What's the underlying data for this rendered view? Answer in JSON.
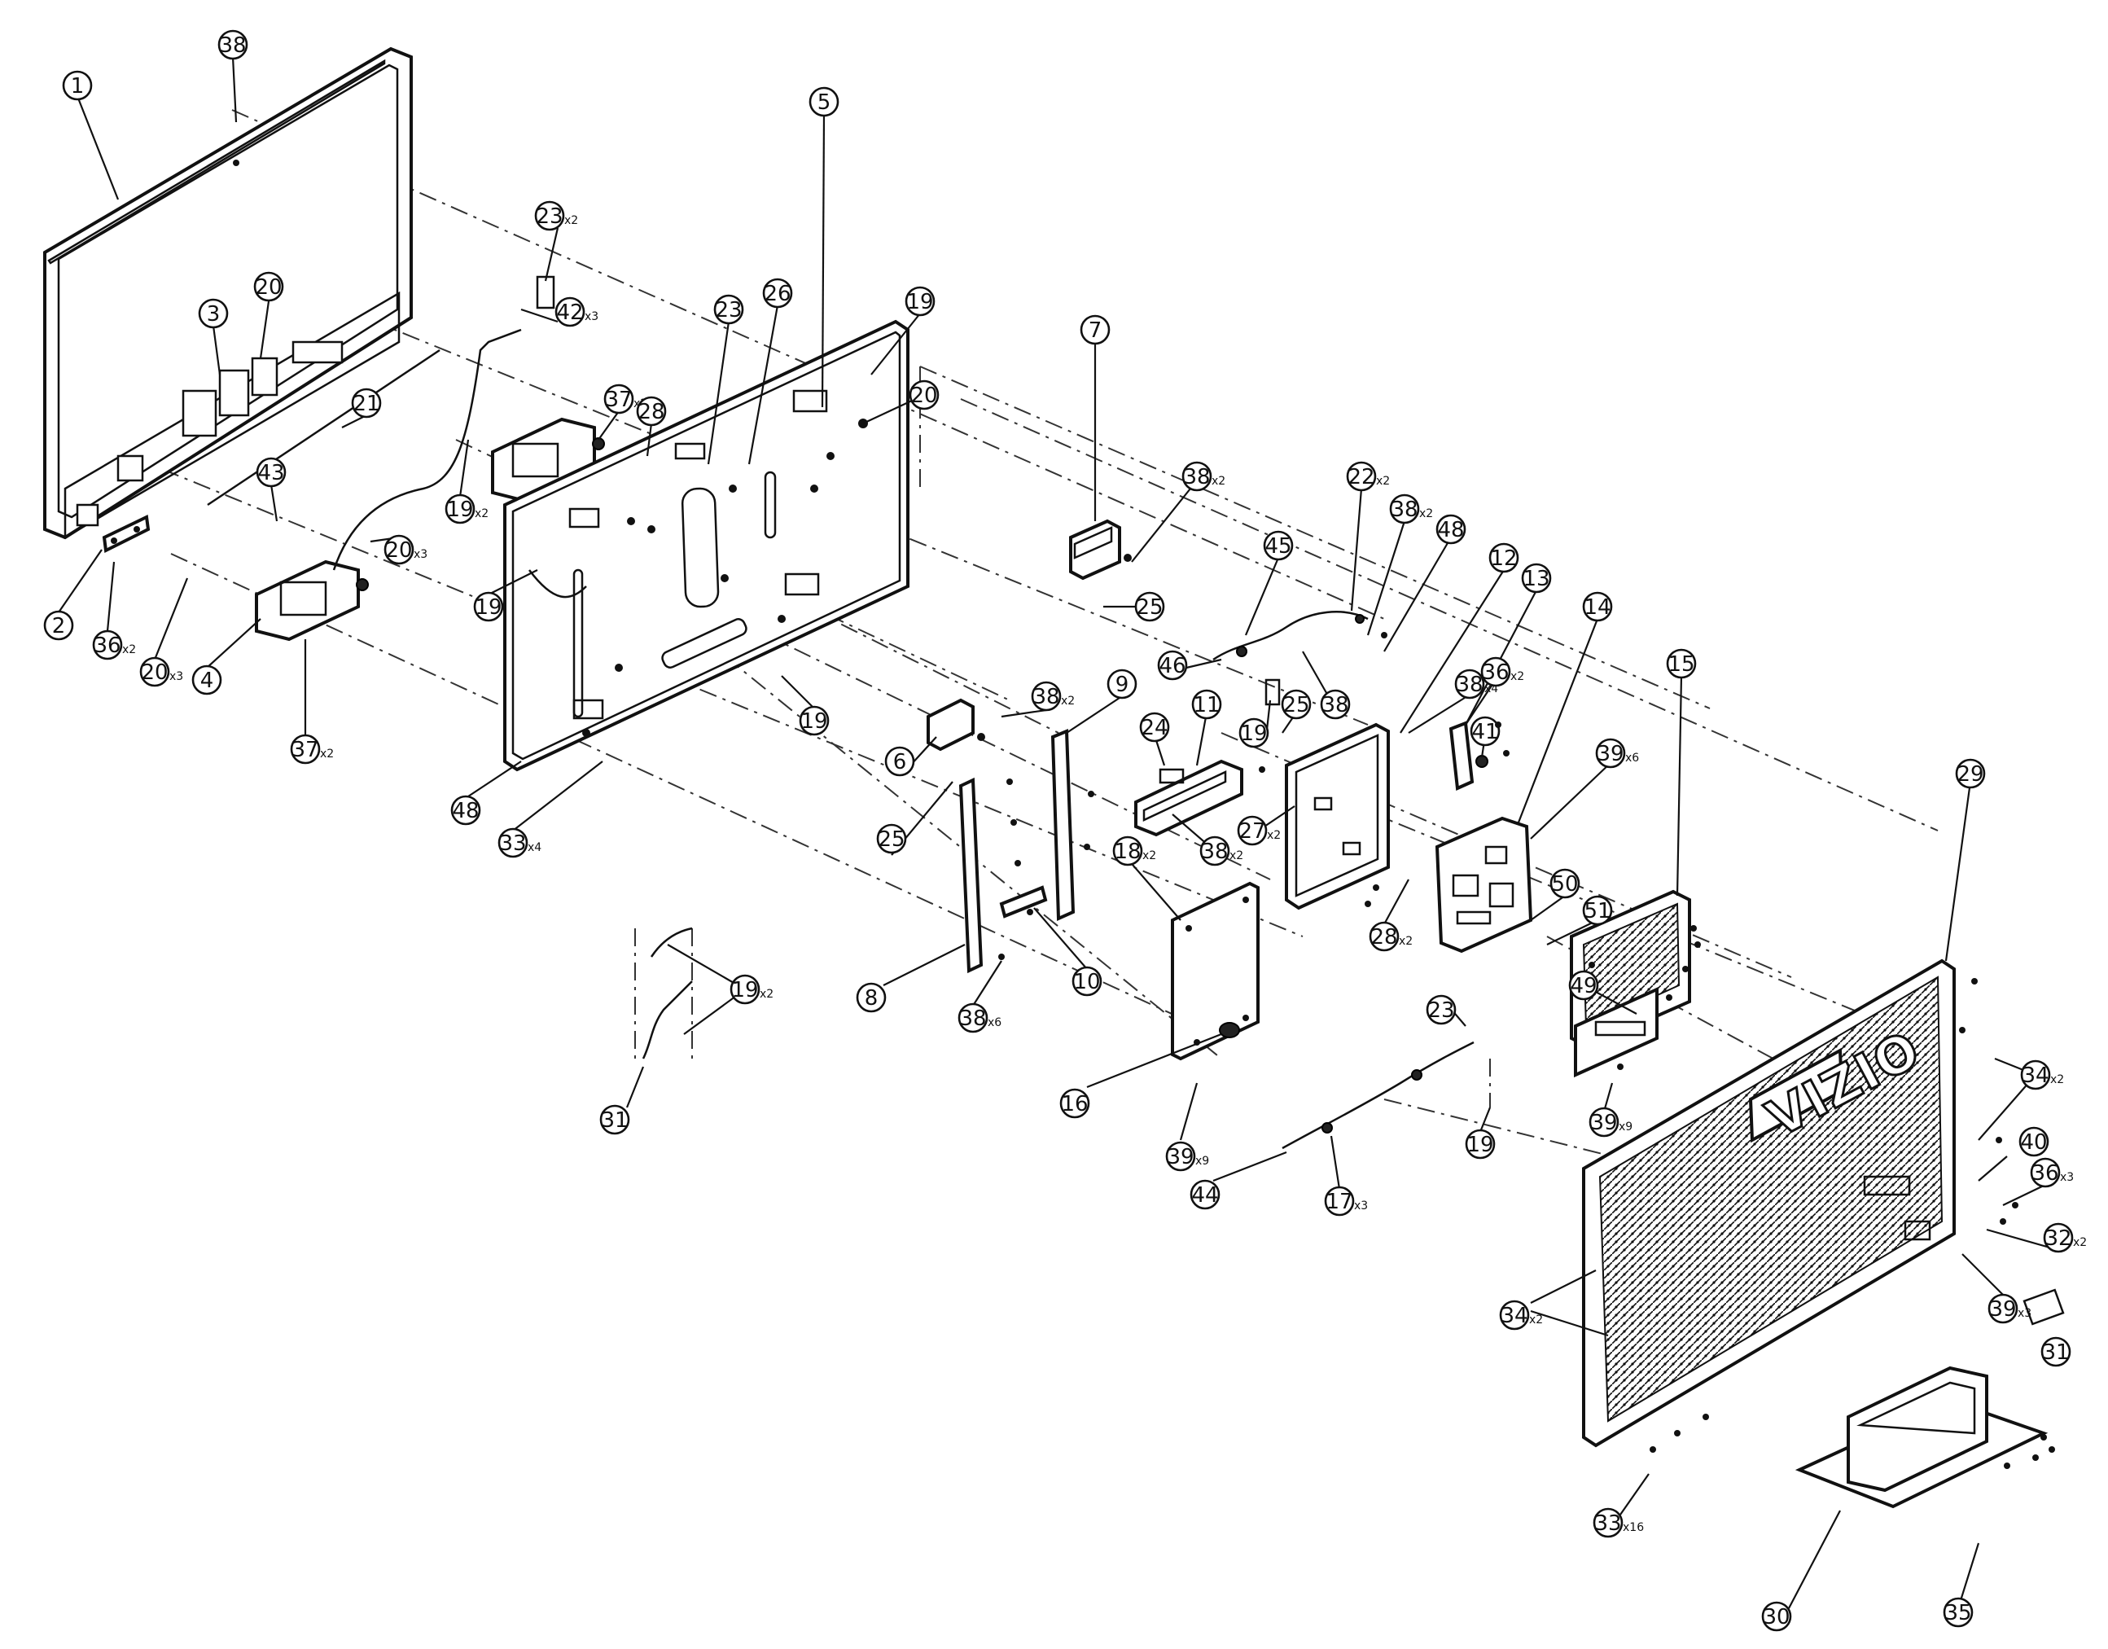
{
  "diagram": {
    "brand_label": "VIZIO",
    "callouts": [
      {
        "num": "1",
        "qty": ""
      },
      {
        "num": "38",
        "qty": ""
      },
      {
        "num": "23",
        "qty": "x2"
      },
      {
        "num": "3",
        "qty": ""
      },
      {
        "num": "20",
        "qty": ""
      },
      {
        "num": "42",
        "qty": "x3"
      },
      {
        "num": "37",
        "qty": "x2"
      },
      {
        "num": "21",
        "qty": ""
      },
      {
        "num": "43",
        "qty": ""
      },
      {
        "num": "19",
        "qty": "x2"
      },
      {
        "num": "20",
        "qty": "x3"
      },
      {
        "num": "2",
        "qty": ""
      },
      {
        "num": "36",
        "qty": "x2"
      },
      {
        "num": "20",
        "qty": "x3"
      },
      {
        "num": "4",
        "qty": ""
      },
      {
        "num": "37",
        "qty": "x2"
      },
      {
        "num": "23",
        "qty": ""
      },
      {
        "num": "26",
        "qty": ""
      },
      {
        "num": "5",
        "qty": ""
      },
      {
        "num": "19",
        "qty": ""
      },
      {
        "num": "20",
        "qty": ""
      },
      {
        "num": "28",
        "qty": ""
      },
      {
        "num": "19",
        "qty": ""
      },
      {
        "num": "19",
        "qty": ""
      },
      {
        "num": "48",
        "qty": ""
      },
      {
        "num": "33",
        "qty": "x4"
      },
      {
        "num": "7",
        "qty": ""
      },
      {
        "num": "38",
        "qty": "x2"
      },
      {
        "num": "25",
        "qty": ""
      },
      {
        "num": "22",
        "qty": "x2"
      },
      {
        "num": "38",
        "qty": "x2"
      },
      {
        "num": "48",
        "qty": ""
      },
      {
        "num": "45",
        "qty": ""
      },
      {
        "num": "46",
        "qty": ""
      },
      {
        "num": "38",
        "qty": ""
      },
      {
        "num": "12",
        "qty": ""
      },
      {
        "num": "13",
        "qty": ""
      },
      {
        "num": "14",
        "qty": ""
      },
      {
        "num": "19",
        "qty": ""
      },
      {
        "num": "25",
        "qty": ""
      },
      {
        "num": "38",
        "qty": "x4"
      },
      {
        "num": "36",
        "qty": "x2"
      },
      {
        "num": "41",
        "qty": ""
      },
      {
        "num": "39",
        "qty": "x6"
      },
      {
        "num": "15",
        "qty": ""
      },
      {
        "num": "6",
        "qty": ""
      },
      {
        "num": "38",
        "qty": "x2"
      },
      {
        "num": "9",
        "qty": ""
      },
      {
        "num": "24",
        "qty": ""
      },
      {
        "num": "11",
        "qty": ""
      },
      {
        "num": "25",
        "qty": ""
      },
      {
        "num": "27",
        "qty": "x2"
      },
      {
        "num": "38",
        "qty": "x2"
      },
      {
        "num": "18",
        "qty": "x2"
      },
      {
        "num": "50",
        "qty": ""
      },
      {
        "num": "51",
        "qty": ""
      },
      {
        "num": "29",
        "qty": ""
      },
      {
        "num": "8",
        "qty": ""
      },
      {
        "num": "10",
        "qty": ""
      },
      {
        "num": "28",
        "qty": "x2"
      },
      {
        "num": "49",
        "qty": ""
      },
      {
        "num": "19",
        "qty": "x2"
      },
      {
        "num": "38",
        "qty": "x6"
      },
      {
        "num": "23",
        "qty": ""
      },
      {
        "num": "16",
        "qty": ""
      },
      {
        "num": "31",
        "qty": ""
      },
      {
        "num": "39",
        "qty": "x9"
      },
      {
        "num": "39",
        "qty": "x9"
      },
      {
        "num": "19",
        "qty": ""
      },
      {
        "num": "44",
        "qty": ""
      },
      {
        "num": "17",
        "qty": "x3"
      },
      {
        "num": "34",
        "qty": "x2"
      },
      {
        "num": "40",
        "qty": ""
      },
      {
        "num": "36",
        "qty": "x3"
      },
      {
        "num": "32",
        "qty": "x2"
      },
      {
        "num": "39",
        "qty": "x3"
      },
      {
        "num": "31",
        "qty": ""
      },
      {
        "num": "34",
        "qty": "x2"
      },
      {
        "num": "33",
        "qty": "x16"
      },
      {
        "num": "30",
        "qty": ""
      },
      {
        "num": "35",
        "qty": ""
      }
    ]
  }
}
